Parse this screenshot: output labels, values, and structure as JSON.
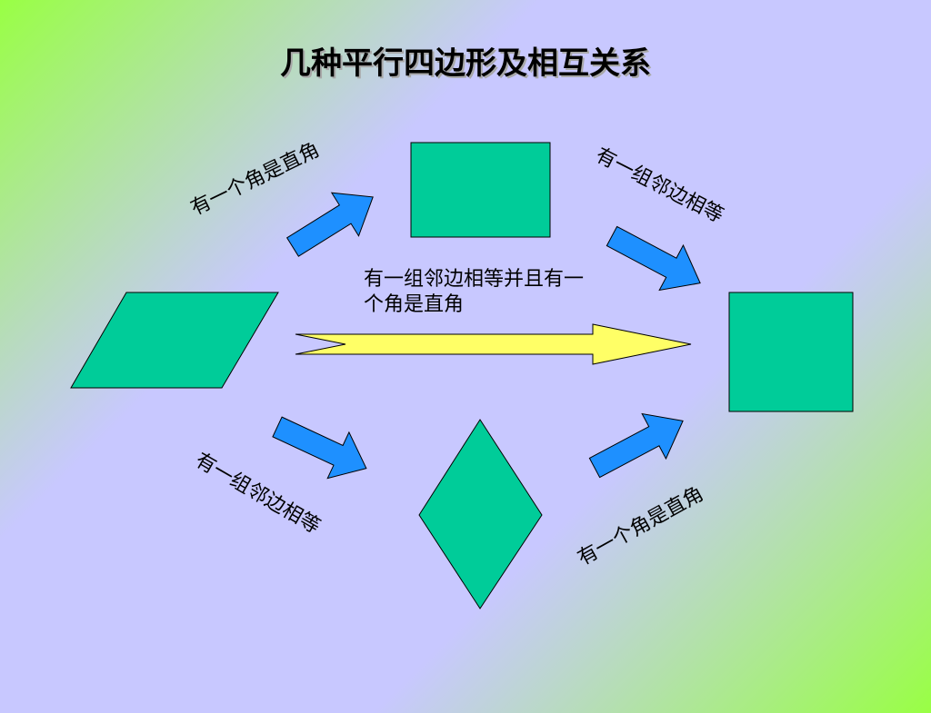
{
  "title": "几种平行四边形及相互关系",
  "labels": {
    "para_to_rect": "有一个角是直角",
    "rect_to_square": "有一组邻边相等",
    "para_to_square": "有一组邻边相等并且有一个角是直角",
    "para_to_rhombus": "有一组邻边相等",
    "rhombus_to_square": "有一个角是直角"
  },
  "colors": {
    "shape_fill": "#00cc99",
    "arrow_blue": "#1e90ff",
    "arrow_yellow": "#ffff66"
  }
}
